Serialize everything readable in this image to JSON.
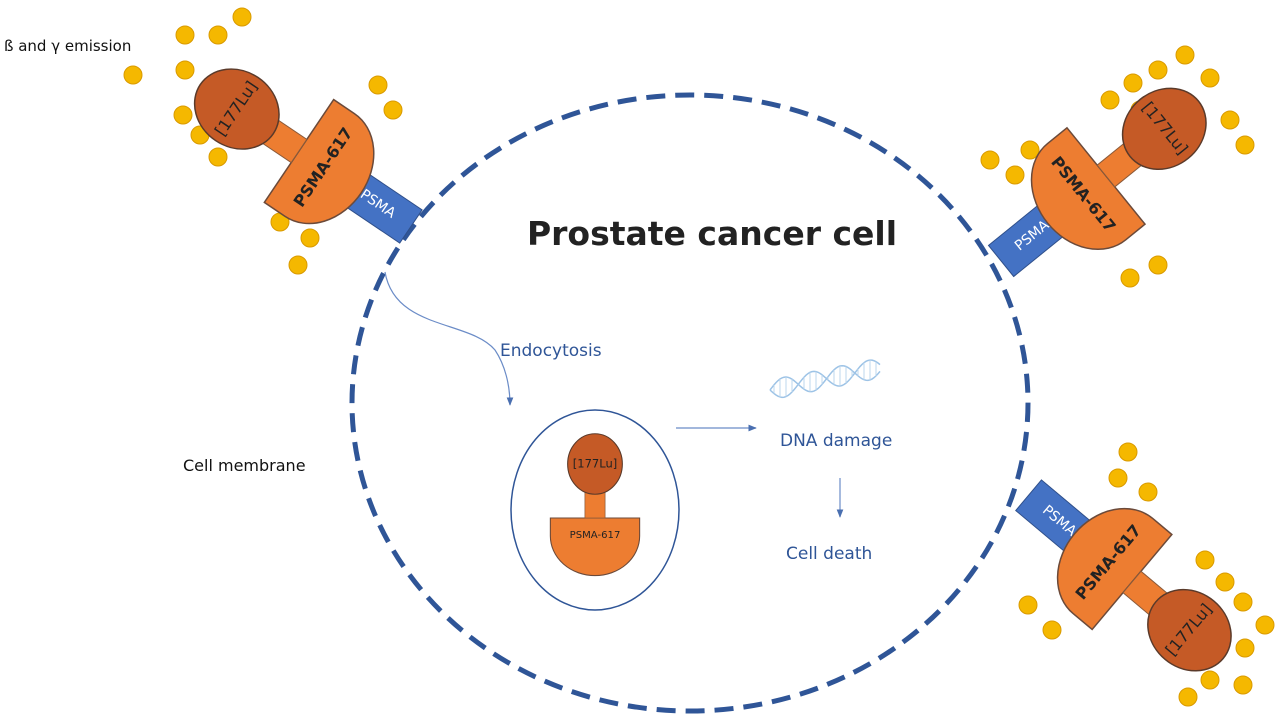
{
  "labels": {
    "emission": "ß and γ emission",
    "title": "Prostate cancer cell",
    "endocytosis": "Endocytosis",
    "dna_damage": "DNA damage",
    "cell_death": "Cell death",
    "cell_membrane": "Cell membrane"
  },
  "complex": {
    "isotope": "[177Lu]",
    "ligand": "PSMA-617",
    "receptor": "PSMA"
  },
  "colors": {
    "membrane": "#2f5597",
    "receptor": "#4472c4",
    "ligand": "#ed7d31",
    "isotope": "#c55a26",
    "particle": "#f5b800",
    "text_blue": "#2f5597"
  }
}
